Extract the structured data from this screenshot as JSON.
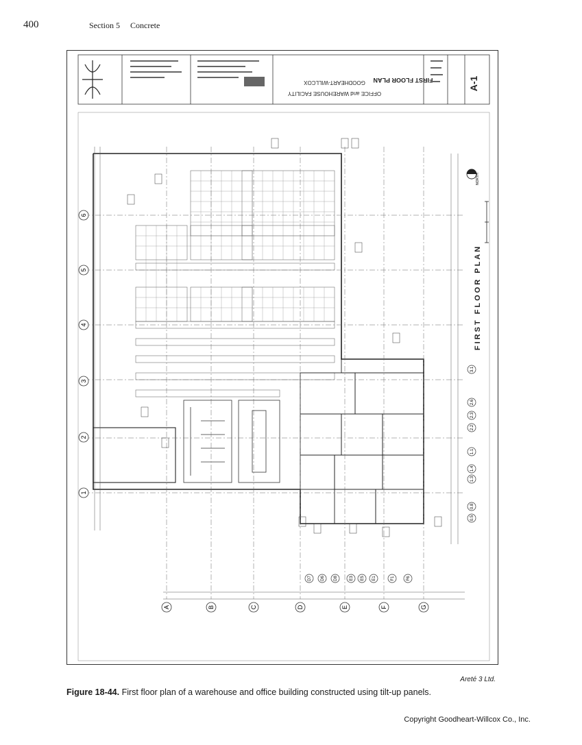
{
  "header": {
    "page_number": "400",
    "section": "Section 5",
    "chapter": "Concrete"
  },
  "drawing": {
    "sheet_title": "FIRST FLOOR PLAN",
    "plan_label": "FIRST FLOOR PLAN",
    "sheet_number": "A-1",
    "project_title": "OFFICE and WAREHOUSE FACILITY",
    "firm_name": "GOODHEART-WILLCOX",
    "north_label": "NORTH",
    "column_lines": [
      "1",
      "2",
      "3",
      "4",
      "5",
      "6"
    ],
    "row_lines": [
      "A",
      "B",
      "C",
      "D",
      "E",
      "F",
      "G"
    ],
    "secondary_lines": [
      "D7",
      "D6",
      "D8",
      "E3",
      "E5",
      "E1",
      "F1",
      "F6"
    ],
    "right_lines": [
      "3.1",
      "2.6",
      "2.3",
      "2.2",
      "1.1",
      "1.4",
      "1.3",
      "0.8",
      "0.5"
    ]
  },
  "credit": "Areté 3 Ltd.",
  "caption": {
    "label": "Figure 18-44.",
    "text": " First floor plan of a warehouse and office building constructed using tilt-up panels."
  },
  "footer": {
    "copyright": "Copyright Goodheart-Willcox Co., Inc."
  }
}
